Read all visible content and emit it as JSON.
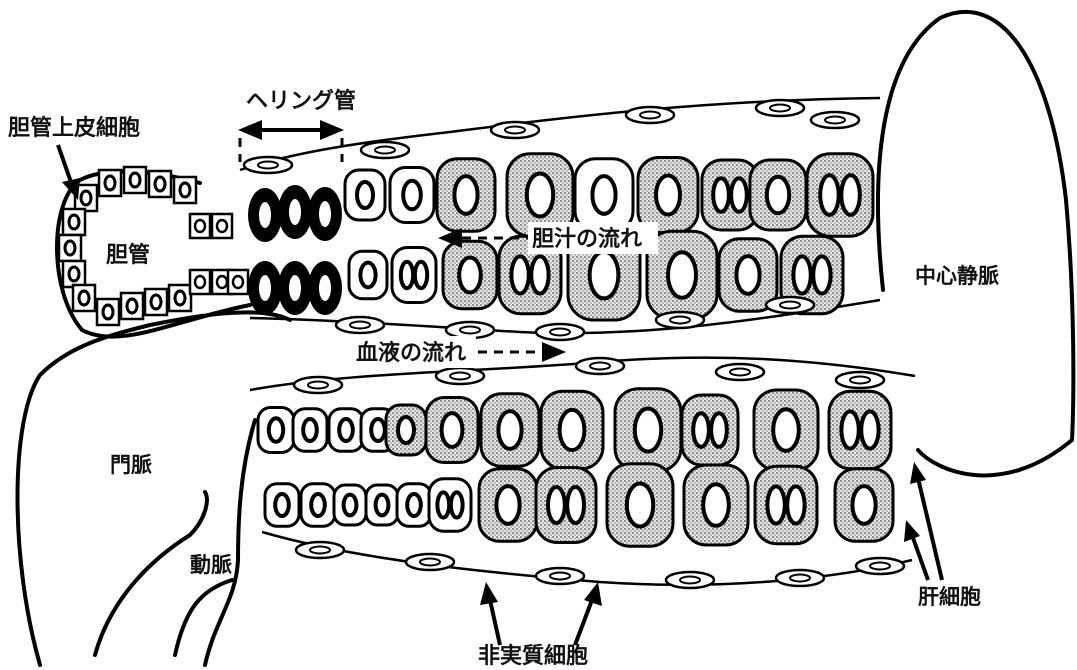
{
  "labels": {
    "bile_duct_epithelium": "胆管上皮細胞",
    "canal_of_hering": "ヘリング管",
    "bile_duct": "胆管",
    "bile_flow": "胆汁の流れ",
    "blood_flow": "血液の流れ",
    "central_vein": "中心静脈",
    "portal_vein": "門脈",
    "artery": "動脈",
    "hepatocyte": "肝細胞",
    "nonparenchymal_cell": "非実質細胞"
  },
  "colors": {
    "ink": "#000000",
    "hepatocyte_fill": "#cfcfcf",
    "hering_fill": "#000000",
    "background": "#ffffff"
  }
}
